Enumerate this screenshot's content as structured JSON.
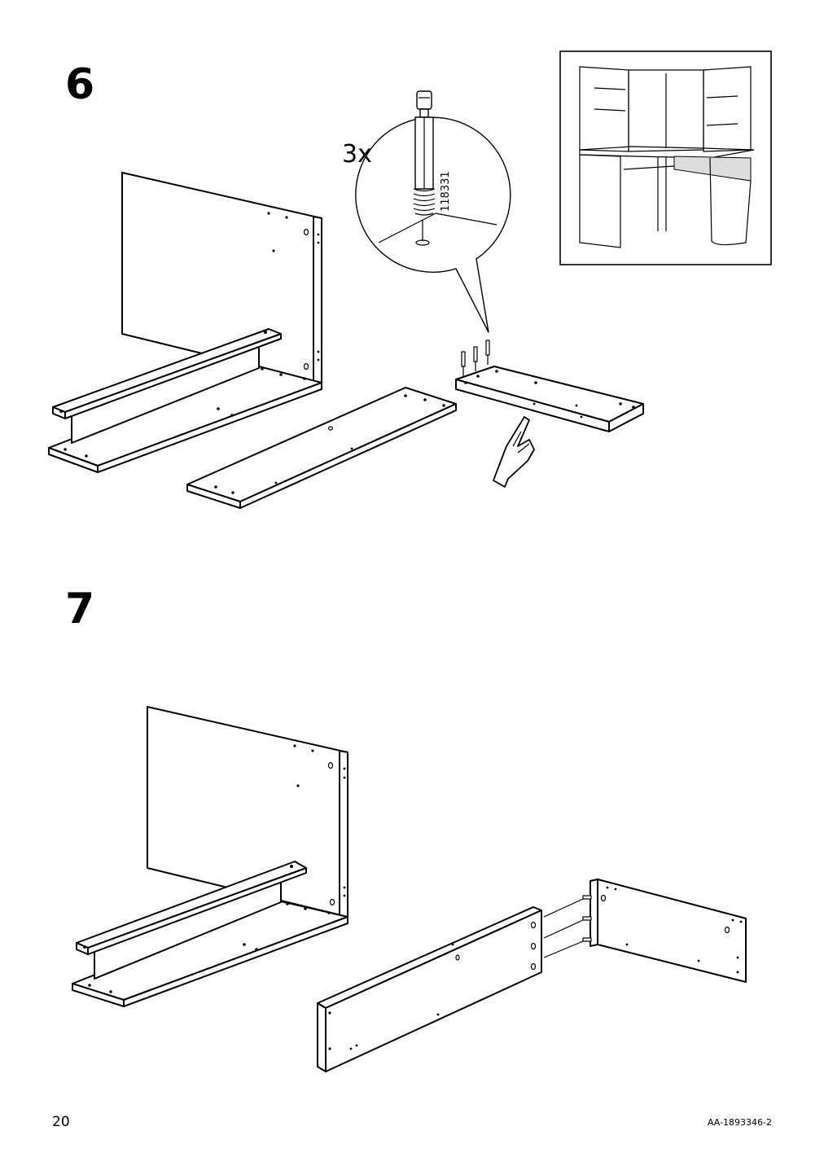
{
  "steps": [
    {
      "number": "6",
      "quantity": "3x",
      "part_number": "118331"
    },
    {
      "number": "7"
    }
  ],
  "footer": {
    "page_number": "20",
    "document_code": "AA-1893346-2"
  },
  "icons": [
    "hand-press-icon",
    "dowel-icon",
    "cam-screw-icon"
  ]
}
